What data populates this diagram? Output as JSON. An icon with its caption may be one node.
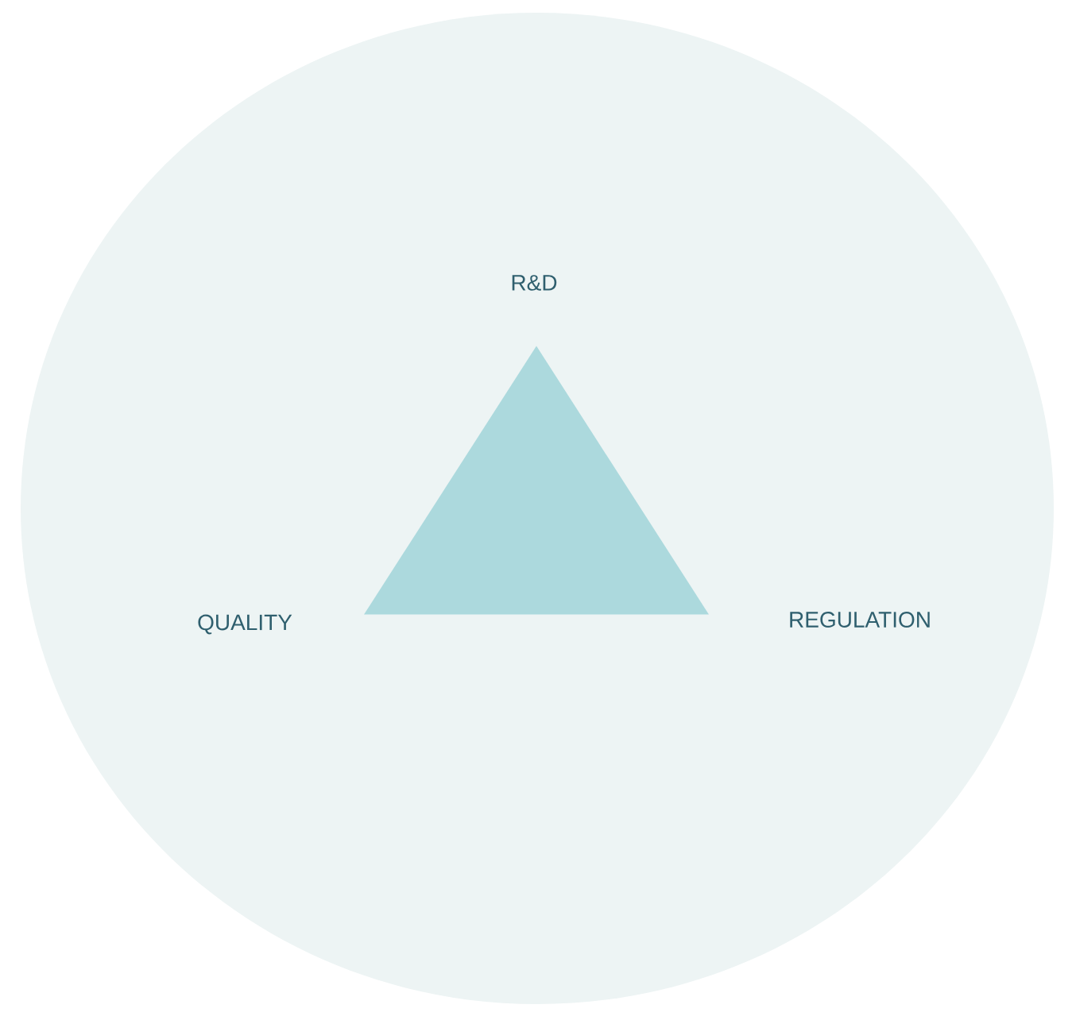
{
  "diagram": {
    "nodes": [
      {
        "text": [],
        "shape": "triangle"
      }
    ],
    "labels": [
      "R&D",
      "QUALITY",
      "REGULATION"
    ]
  }
}
